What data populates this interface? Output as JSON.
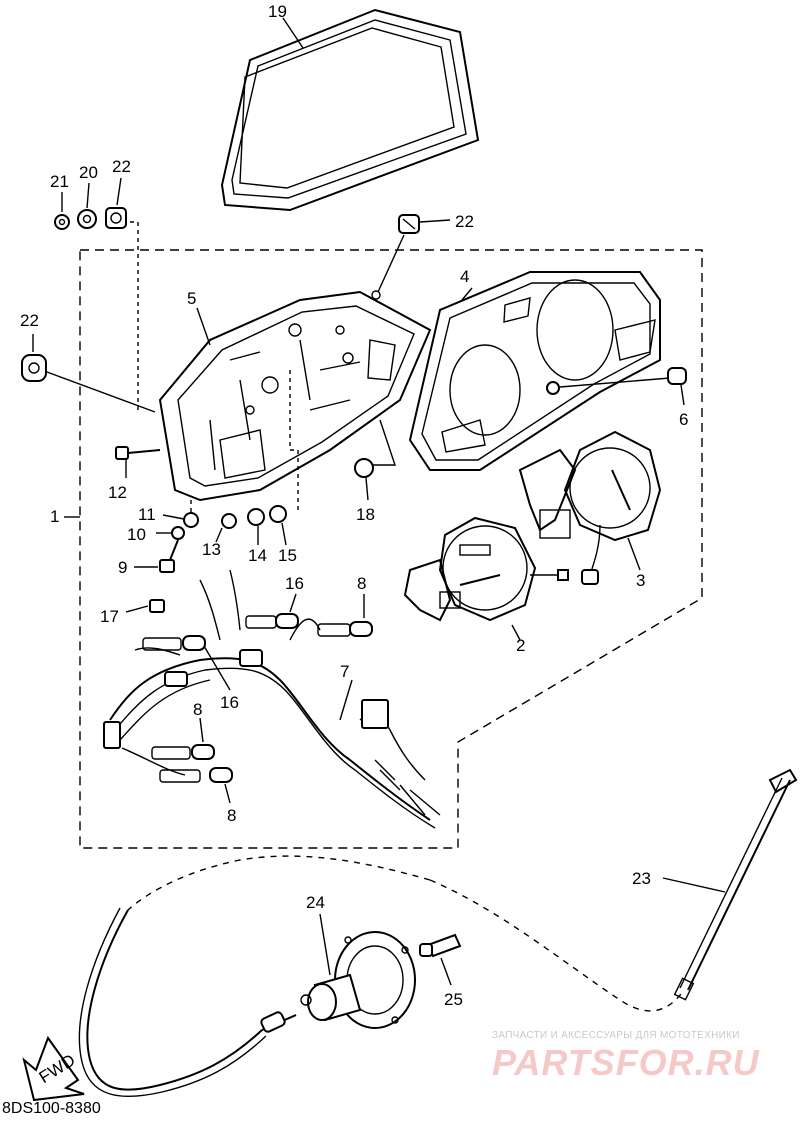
{
  "diagram_code": "8DS100-8380",
  "fwd_label": "FWD",
  "watermark": {
    "tagline": "ЗАПЧАСТИ И АКСЕССУАРЫ ДЛЯ МОТОТЕХНИКИ",
    "brand": "PARTSFOR.RU"
  },
  "callouts": [
    {
      "id": "c19",
      "label": "19"
    },
    {
      "id": "c21",
      "label": "21"
    },
    {
      "id": "c20",
      "label": "20"
    },
    {
      "id": "c22a",
      "label": "22"
    },
    {
      "id": "c22b",
      "label": "22"
    },
    {
      "id": "c22c",
      "label": "22"
    },
    {
      "id": "c5",
      "label": "5"
    },
    {
      "id": "c4",
      "label": "4"
    },
    {
      "id": "c6",
      "label": "6"
    },
    {
      "id": "c12",
      "label": "12"
    },
    {
      "id": "c1",
      "label": "1"
    },
    {
      "id": "c11",
      "label": "11"
    },
    {
      "id": "c10",
      "label": "10"
    },
    {
      "id": "c13",
      "label": "13"
    },
    {
      "id": "c14",
      "label": "14"
    },
    {
      "id": "c15",
      "label": "15"
    },
    {
      "id": "c18",
      "label": "18"
    },
    {
      "id": "c3",
      "label": "3"
    },
    {
      "id": "c9",
      "label": "9"
    },
    {
      "id": "c16a",
      "label": "16"
    },
    {
      "id": "c8a",
      "label": "8"
    },
    {
      "id": "c17",
      "label": "17"
    },
    {
      "id": "c2",
      "label": "2"
    },
    {
      "id": "c16b",
      "label": "16"
    },
    {
      "id": "c7",
      "label": "7"
    },
    {
      "id": "c8b",
      "label": "8"
    },
    {
      "id": "c8c",
      "label": "8"
    },
    {
      "id": "c23",
      "label": "23"
    },
    {
      "id": "c24",
      "label": "24"
    },
    {
      "id": "c25",
      "label": "25"
    }
  ]
}
